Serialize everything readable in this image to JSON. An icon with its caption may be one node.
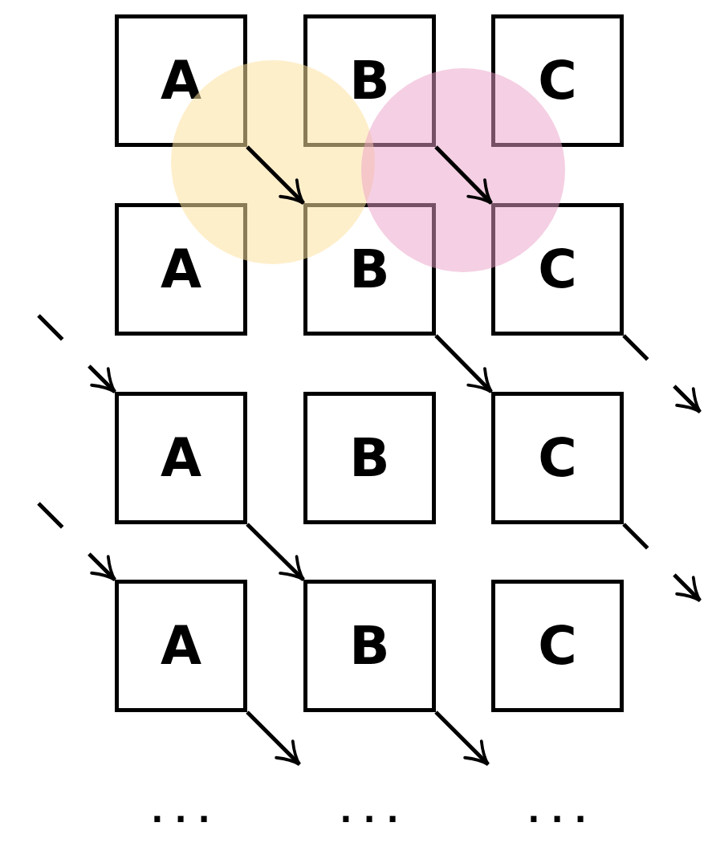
{
  "diagram": {
    "nodes": [
      {
        "text": [
          "A"
        ]
      },
      {
        "text": [
          "B"
        ]
      },
      {
        "text": [
          "C"
        ]
      },
      {
        "text": [
          "A"
        ]
      },
      {
        "text": [
          "B"
        ]
      },
      {
        "text": [
          "C"
        ]
      },
      {
        "text": [
          "A"
        ]
      },
      {
        "text": [
          "B"
        ]
      },
      {
        "text": [
          "C"
        ]
      },
      {
        "text": [
          "A"
        ]
      },
      {
        "text": [
          "B"
        ]
      },
      {
        "text": [
          "C"
        ]
      }
    ],
    "edges": [
      {
        "from": 0,
        "to": 4,
        "arrow": "to"
      },
      {
        "from": 1,
        "to": 5,
        "arrow": "to"
      },
      {
        "from": 4,
        "to": 8,
        "arrow": "to"
      },
      {
        "from": 5,
        "to": null,
        "arrow": "to",
        "style": "dashed"
      },
      {
        "from": null,
        "to": 6,
        "arrow": "to",
        "style": "dashed"
      },
      {
        "from": 6,
        "to": 10,
        "arrow": "to"
      },
      {
        "from": 8,
        "to": null,
        "arrow": "to",
        "style": "dashed"
      },
      {
        "from": null,
        "to": 9,
        "arrow": "to",
        "style": "dashed"
      },
      {
        "from": 9,
        "to": null,
        "arrow": "to"
      },
      {
        "from": 10,
        "to": null,
        "arrow": "to"
      }
    ],
    "labels": [
      "· · ·",
      "· · ·",
      "· · ·"
    ]
  }
}
